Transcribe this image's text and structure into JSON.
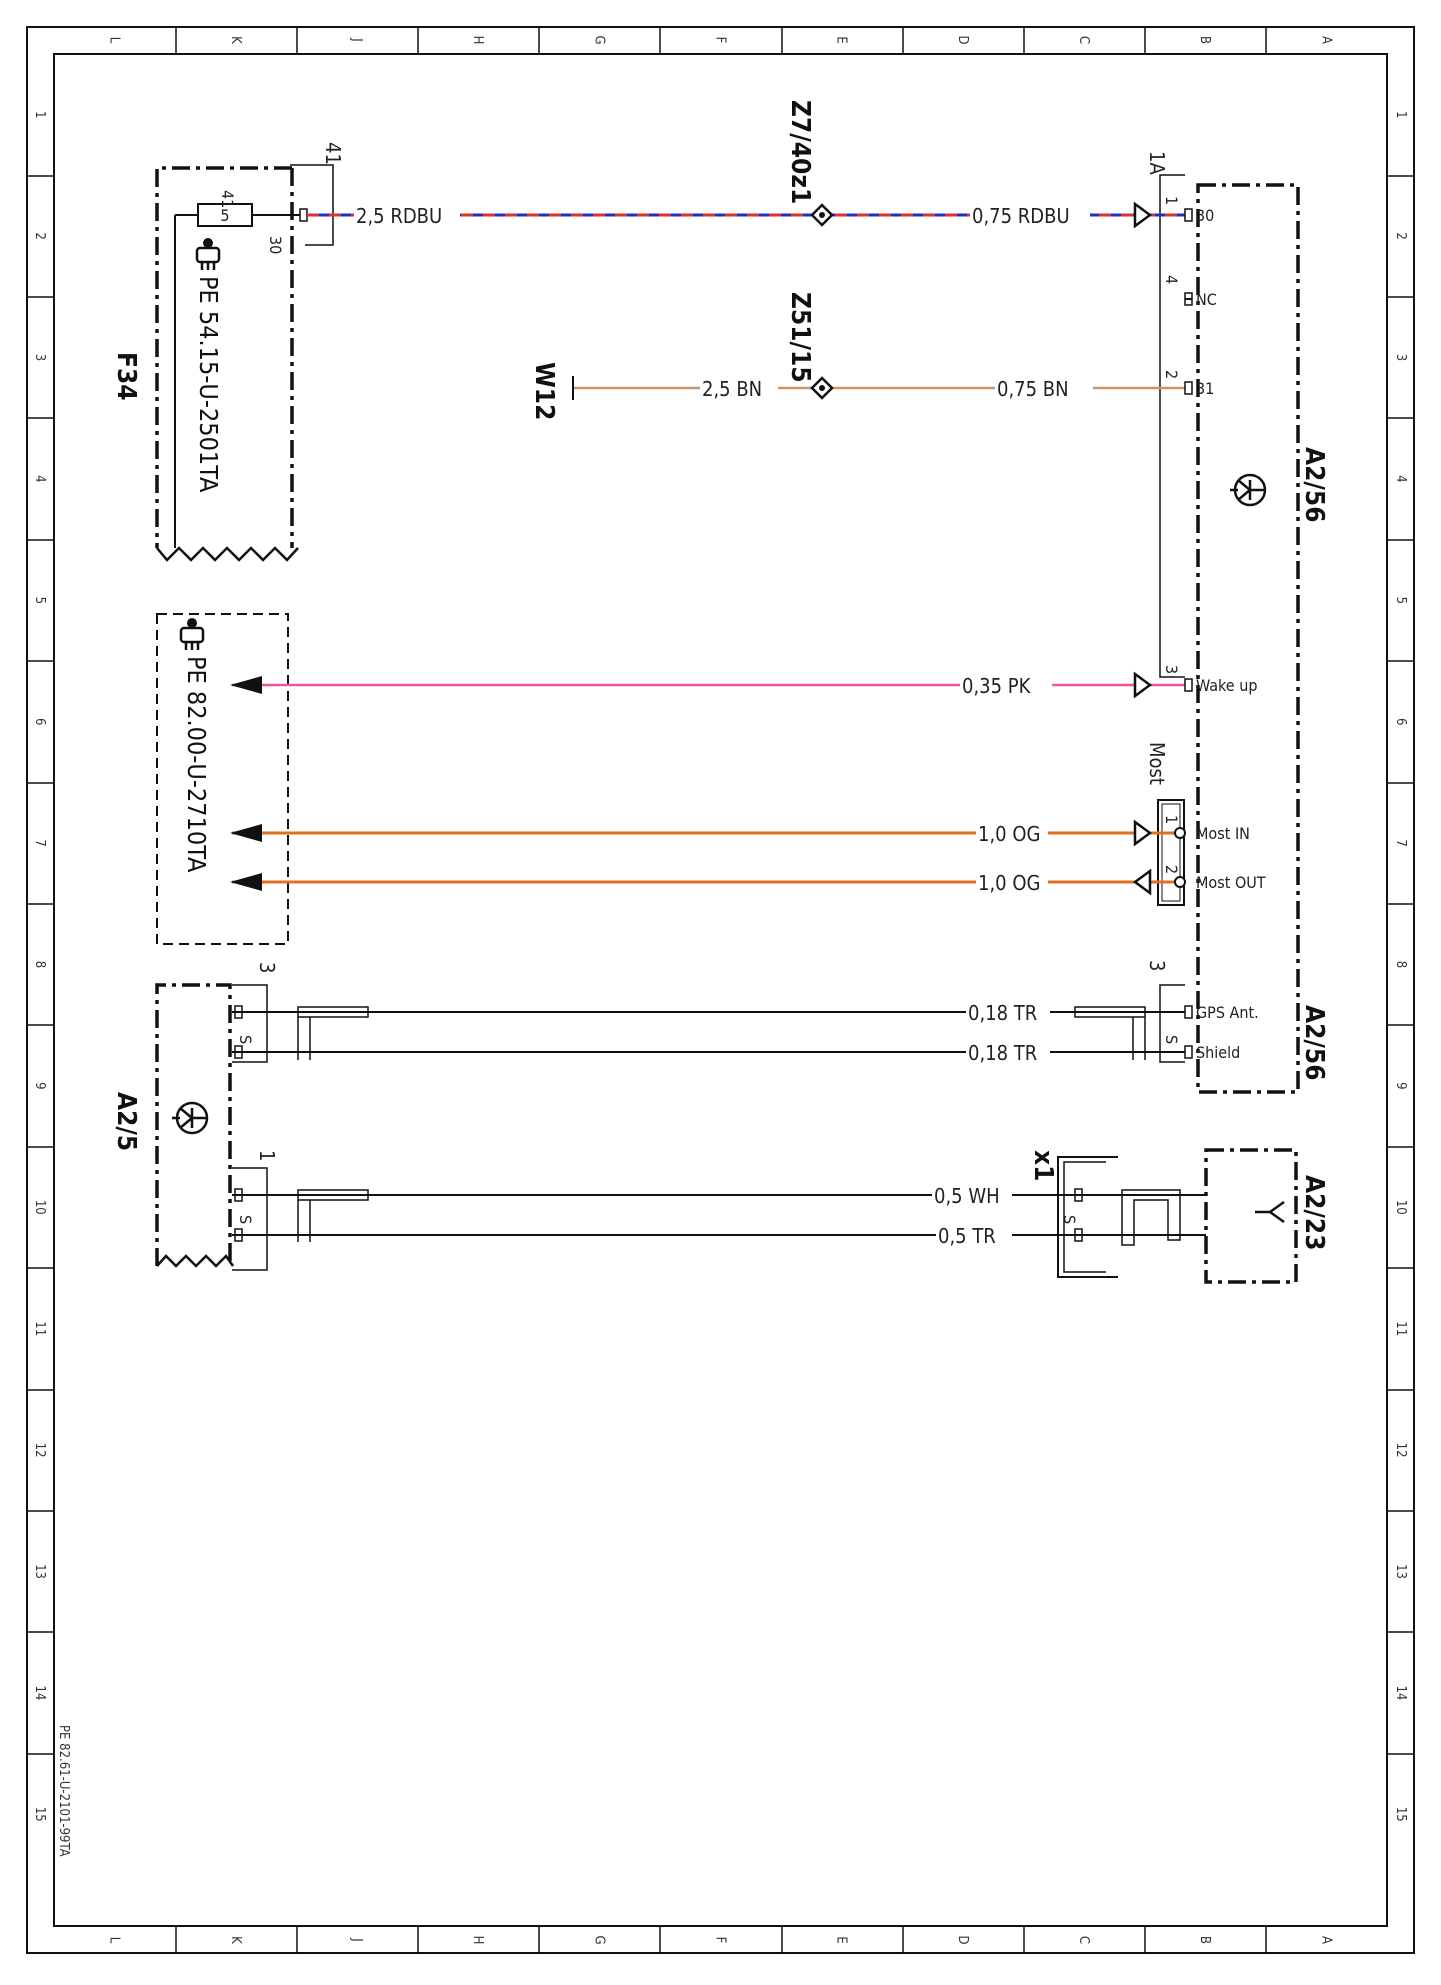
{
  "sheet_id": "PE 82.61-U-2101-99TA",
  "grid": {
    "columns": [
      "L",
      "K",
      "J",
      "H",
      "G",
      "F",
      "E",
      "D",
      "C",
      "B",
      "A"
    ],
    "rows": [
      "1",
      "2",
      "3",
      "4",
      "5",
      "6",
      "7",
      "8",
      "9",
      "10",
      "11",
      "12",
      "13",
      "14",
      "15"
    ]
  },
  "components": {
    "f34": "F34",
    "f34_ref": "PE 54.15-U-2501TA",
    "f34_terminal": "41",
    "f34_pin_in": "41",
    "f34_pin_out": "30",
    "f34_fuse": "5",
    "a2_56": "A2/56",
    "a2_56_connector_1a": "1A",
    "a2_56_connector_3": "3",
    "most_connector": "Most",
    "pe_ref_2": "PE 82.00-U-2710TA",
    "z7": "Z7/40z1",
    "z51": "Z51/15",
    "w12": "W12",
    "a2_5": "A2/5",
    "a2_5_connector_3": "3",
    "a2_5_connector_1": "1",
    "x1": "x1",
    "a2_23": "A2/23"
  },
  "wires": {
    "w1_left": "2,5 RDBU",
    "w1_right": "0,75 RDBU",
    "w2_left": "2,5 BN",
    "w2_right": "0,75 BN",
    "w3": "0,35 PK",
    "w4": "1,0 OG",
    "w5": "1,0 OG",
    "w6": "0,18 TR",
    "w7": "0,18 TR",
    "w8": "0,5 WH",
    "w9": "0,5 TR"
  },
  "pins": {
    "p1": "1",
    "p4": "4",
    "p2": "2",
    "p3": "3",
    "most1": "1",
    "most2": "2",
    "s_a256": "S",
    "s_a25_top": "S",
    "s_a25_bot": "S",
    "s_x1": "S",
    "t30": "30",
    "tnc": "NC",
    "t31": "31",
    "wake": "Wake up",
    "most_in": "Most IN",
    "most_out": "Most OUT",
    "gps": "GPS Ant.",
    "shield": "Shield"
  },
  "colors": {
    "red": "#e03030",
    "blue": "#1a2fd0",
    "brown": "#c8956a",
    "pink": "#e85a9a",
    "orange": "#e07020",
    "line": "#111111"
  }
}
